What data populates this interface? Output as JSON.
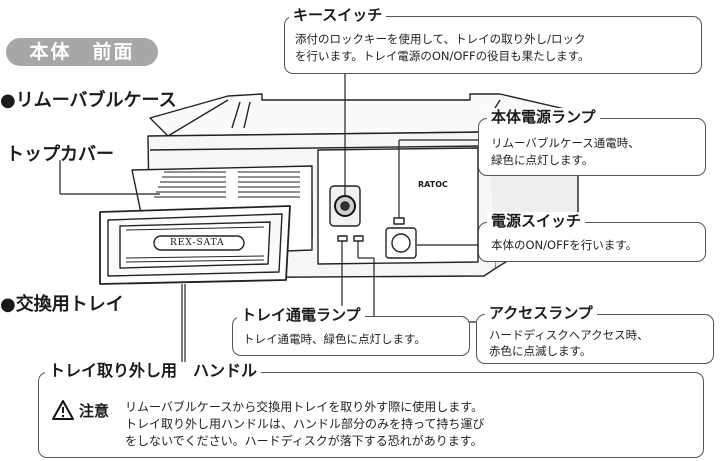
{
  "section_title": "本体　前面",
  "headings": {
    "removable_case": "●リムーバブルケース",
    "top_cover": "トップカバー",
    "exchange_tray": "●交換用トレイ"
  },
  "device_labels": {
    "tray_label": "REX-SATA",
    "brand": "RATOC"
  },
  "callouts": {
    "key_switch": {
      "title": "キースイッチ",
      "line1": "添付のロックキーを使用して、トレイの取り外し/ロック",
      "line2": "を行います。トレイ電源のON/OFFの役目も果たします。"
    },
    "main_power_lamp": {
      "title": "本体電源ランプ",
      "line1": "リムーバブルケース通電時、",
      "line2": "緑色に点灯します。"
    },
    "power_switch": {
      "title": "電源スイッチ",
      "line1": "本体のON/OFFを行います。"
    },
    "tray_power_lamp": {
      "title": "トレイ通電ランプ",
      "line1": "トレイ通電時、緑色に点灯します。"
    },
    "access_lamp": {
      "title": "アクセスランプ",
      "line1": "ハードディスクへアクセス時、",
      "line2": "赤色に点滅します。"
    },
    "handle": {
      "title": "トレイ取り外し用　ハンドル",
      "note_label": "注意",
      "line1": "リムーバブルケースから交換用トレイを取り外す際に使用します。",
      "line2": "トレイ取り外し用ハンドルは、ハンドル部分のみを持って持ち運び",
      "line3": "をしないでください。ハードディスクが落下する恐れがあります。"
    }
  }
}
